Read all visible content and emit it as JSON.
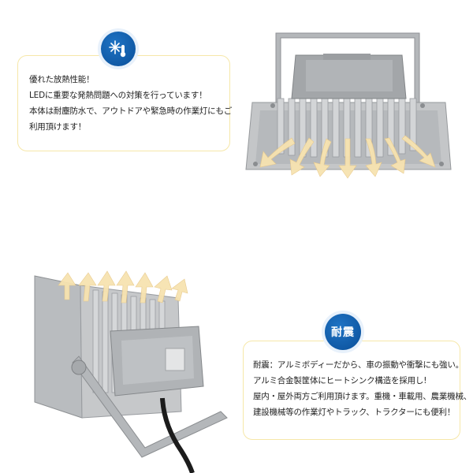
{
  "heat_section": {
    "icon": "snowflake-thermometer-icon",
    "lines": [
      "優れた放熱性能！",
      "LEDに重要な発熱問題への対策を行っています！",
      "本体は耐塵防水で、アウトドアや緊急時の作業灯にもご",
      "利用頂けます！"
    ]
  },
  "shock_section": {
    "badge_label": "耐震",
    "lines": [
      "耐震：アルミボディーだから、車の振動や衝撃にも強い。",
      "アルミ合金製筐体にヒートシンク構造を採用し!",
      "屋内・屋外両方ご利用頂けます。重機・車載用、農業機械、",
      "建設機械等の作業灯やトラック、トラクターにも便利！"
    ]
  },
  "colors": {
    "badge_blue": "#0a4f99",
    "panel_border": "#f6e7a8",
    "arrow_fill": "#f7e3b0",
    "body_gray": "#a9acaf"
  }
}
